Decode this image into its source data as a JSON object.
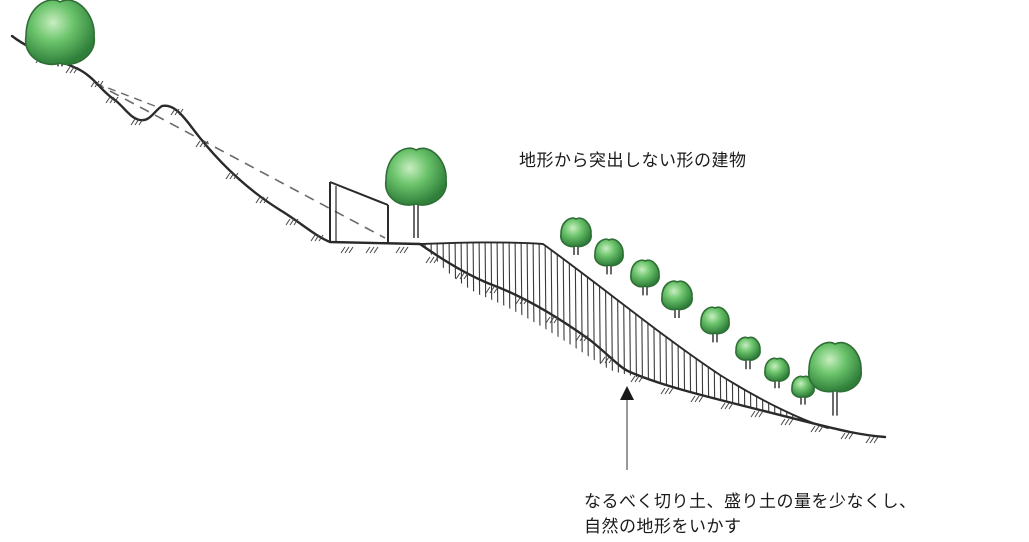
{
  "annotations": {
    "building_caption": "地形から突出しない形の建物",
    "earthwork_caption_line1": "なるべく切り土、盛り土の量を少なくし、",
    "earthwork_caption_line2": "自然の地形をいかす"
  },
  "colors": {
    "ink": "#2a2a2a",
    "tree_light": "#9fd89a",
    "tree_mid": "#4fb35a",
    "tree_dark": "#2f7f3a",
    "hatch": "#3a3a3a"
  },
  "icons": {
    "arrow": "arrow-up-icon",
    "tree": "tree-icon"
  }
}
